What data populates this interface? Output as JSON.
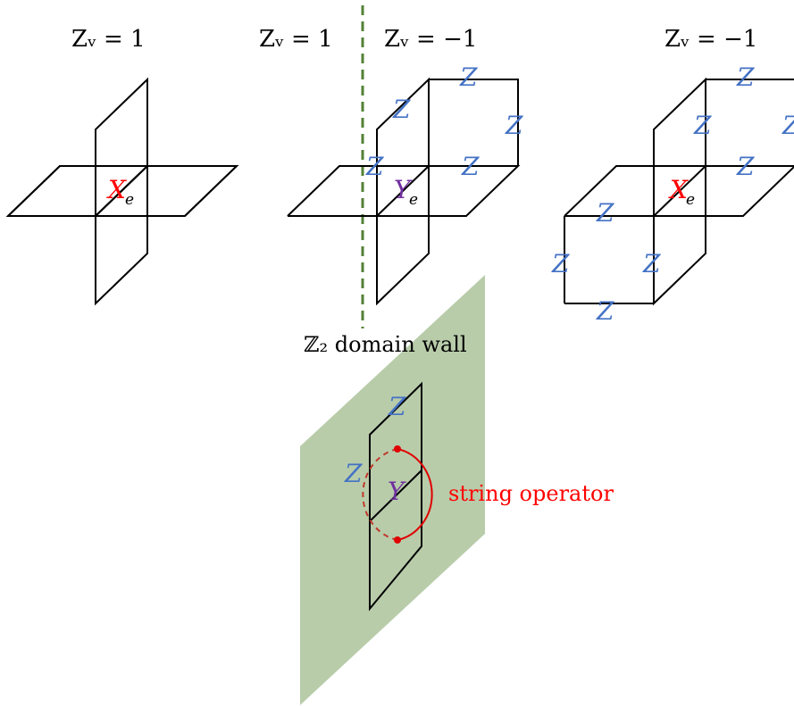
{
  "headers": {
    "p1": "Zᵥ = 1",
    "p2_left": "Zᵥ = 1",
    "p2_right": "Zᵥ = −1",
    "p3": "Zᵥ = −1"
  },
  "operators": {
    "x_main": "X",
    "x_sub": "e",
    "y_main": "Y",
    "y_sub": "e",
    "z": "Z",
    "y_wall": "Y"
  },
  "labels": {
    "domain_wall": "ℤ₂ domain wall",
    "string_operator": "string operator"
  },
  "colors": {
    "x_color": "#ff0000",
    "y_color": "#7030a0",
    "z_color": "#4472c4",
    "wall_fill": "#b8ccaa",
    "string_color": "#e00000",
    "dashed_line": "#538135"
  }
}
